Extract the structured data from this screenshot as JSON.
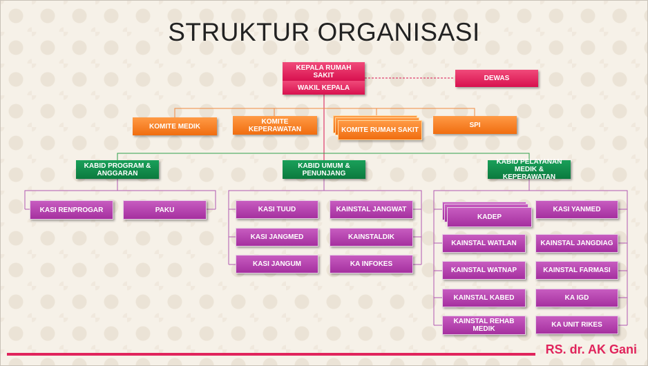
{
  "title": "STRUKTUR ORGANISASI",
  "footer": "RS. dr. AK Gani",
  "colors": {
    "red": "#d8114f",
    "orange": "#f06d10",
    "green": "#0b7a3e",
    "purple": "#a5309f",
    "line_orange": "#f08a40",
    "line_green": "#2e9e4a",
    "line_purple": "#b058b0",
    "line_red": "#d8114f"
  },
  "nodes": {
    "kepala": "KEPALA RUMAH SAKIT",
    "wakil": "WAKIL KEPALA",
    "dewas": "DEWAS",
    "komite_medik": "KOMITE MEDIK",
    "komite_keperawatan": "KOMITE KEPERAWATAN",
    "komite_rs": "KOMITE RUMAH SAKIT",
    "spi": "SPI",
    "kabid_program": "KABID PROGRAM & ANGGARAN",
    "kabid_umum": "KABID UMUM & PENUNJANG",
    "kabid_pelayanan": "KABID PELAYANAN MEDIK & KEPERAWATAN",
    "kasi_renprogar": "KASI RENPROGAR",
    "paku": "PAKU",
    "kasi_tuud": "KASI TUUD",
    "kainstal_jangwat": "KAINSTAL JANGWAT",
    "kasi_jangmed": "KASI JANGMED",
    "kainstaldik": "KAINSTALDIK",
    "kasi_jangum": "KASI JANGUM",
    "ka_infokes": "KA INFOKES",
    "kadep": "KADEP",
    "kasi_yanmed": "KASI YANMED",
    "kainstal_watlan": "KAINSTAL WATLAN",
    "kainstal_jangdiag": "KAINSTAL JANGDIAG",
    "kainstal_watnap": "KAINSTAL WATNAP",
    "kainstal_farmasi": "KAINSTAL FARMASI",
    "kainstal_kabed": "KAINSTAL KABED",
    "ka_igd": "KA  IGD",
    "kainstal_rehab": "KAINSTAL REHAB MEDIK",
    "ka_unit_rikes": "KA UNIT RIKES"
  }
}
